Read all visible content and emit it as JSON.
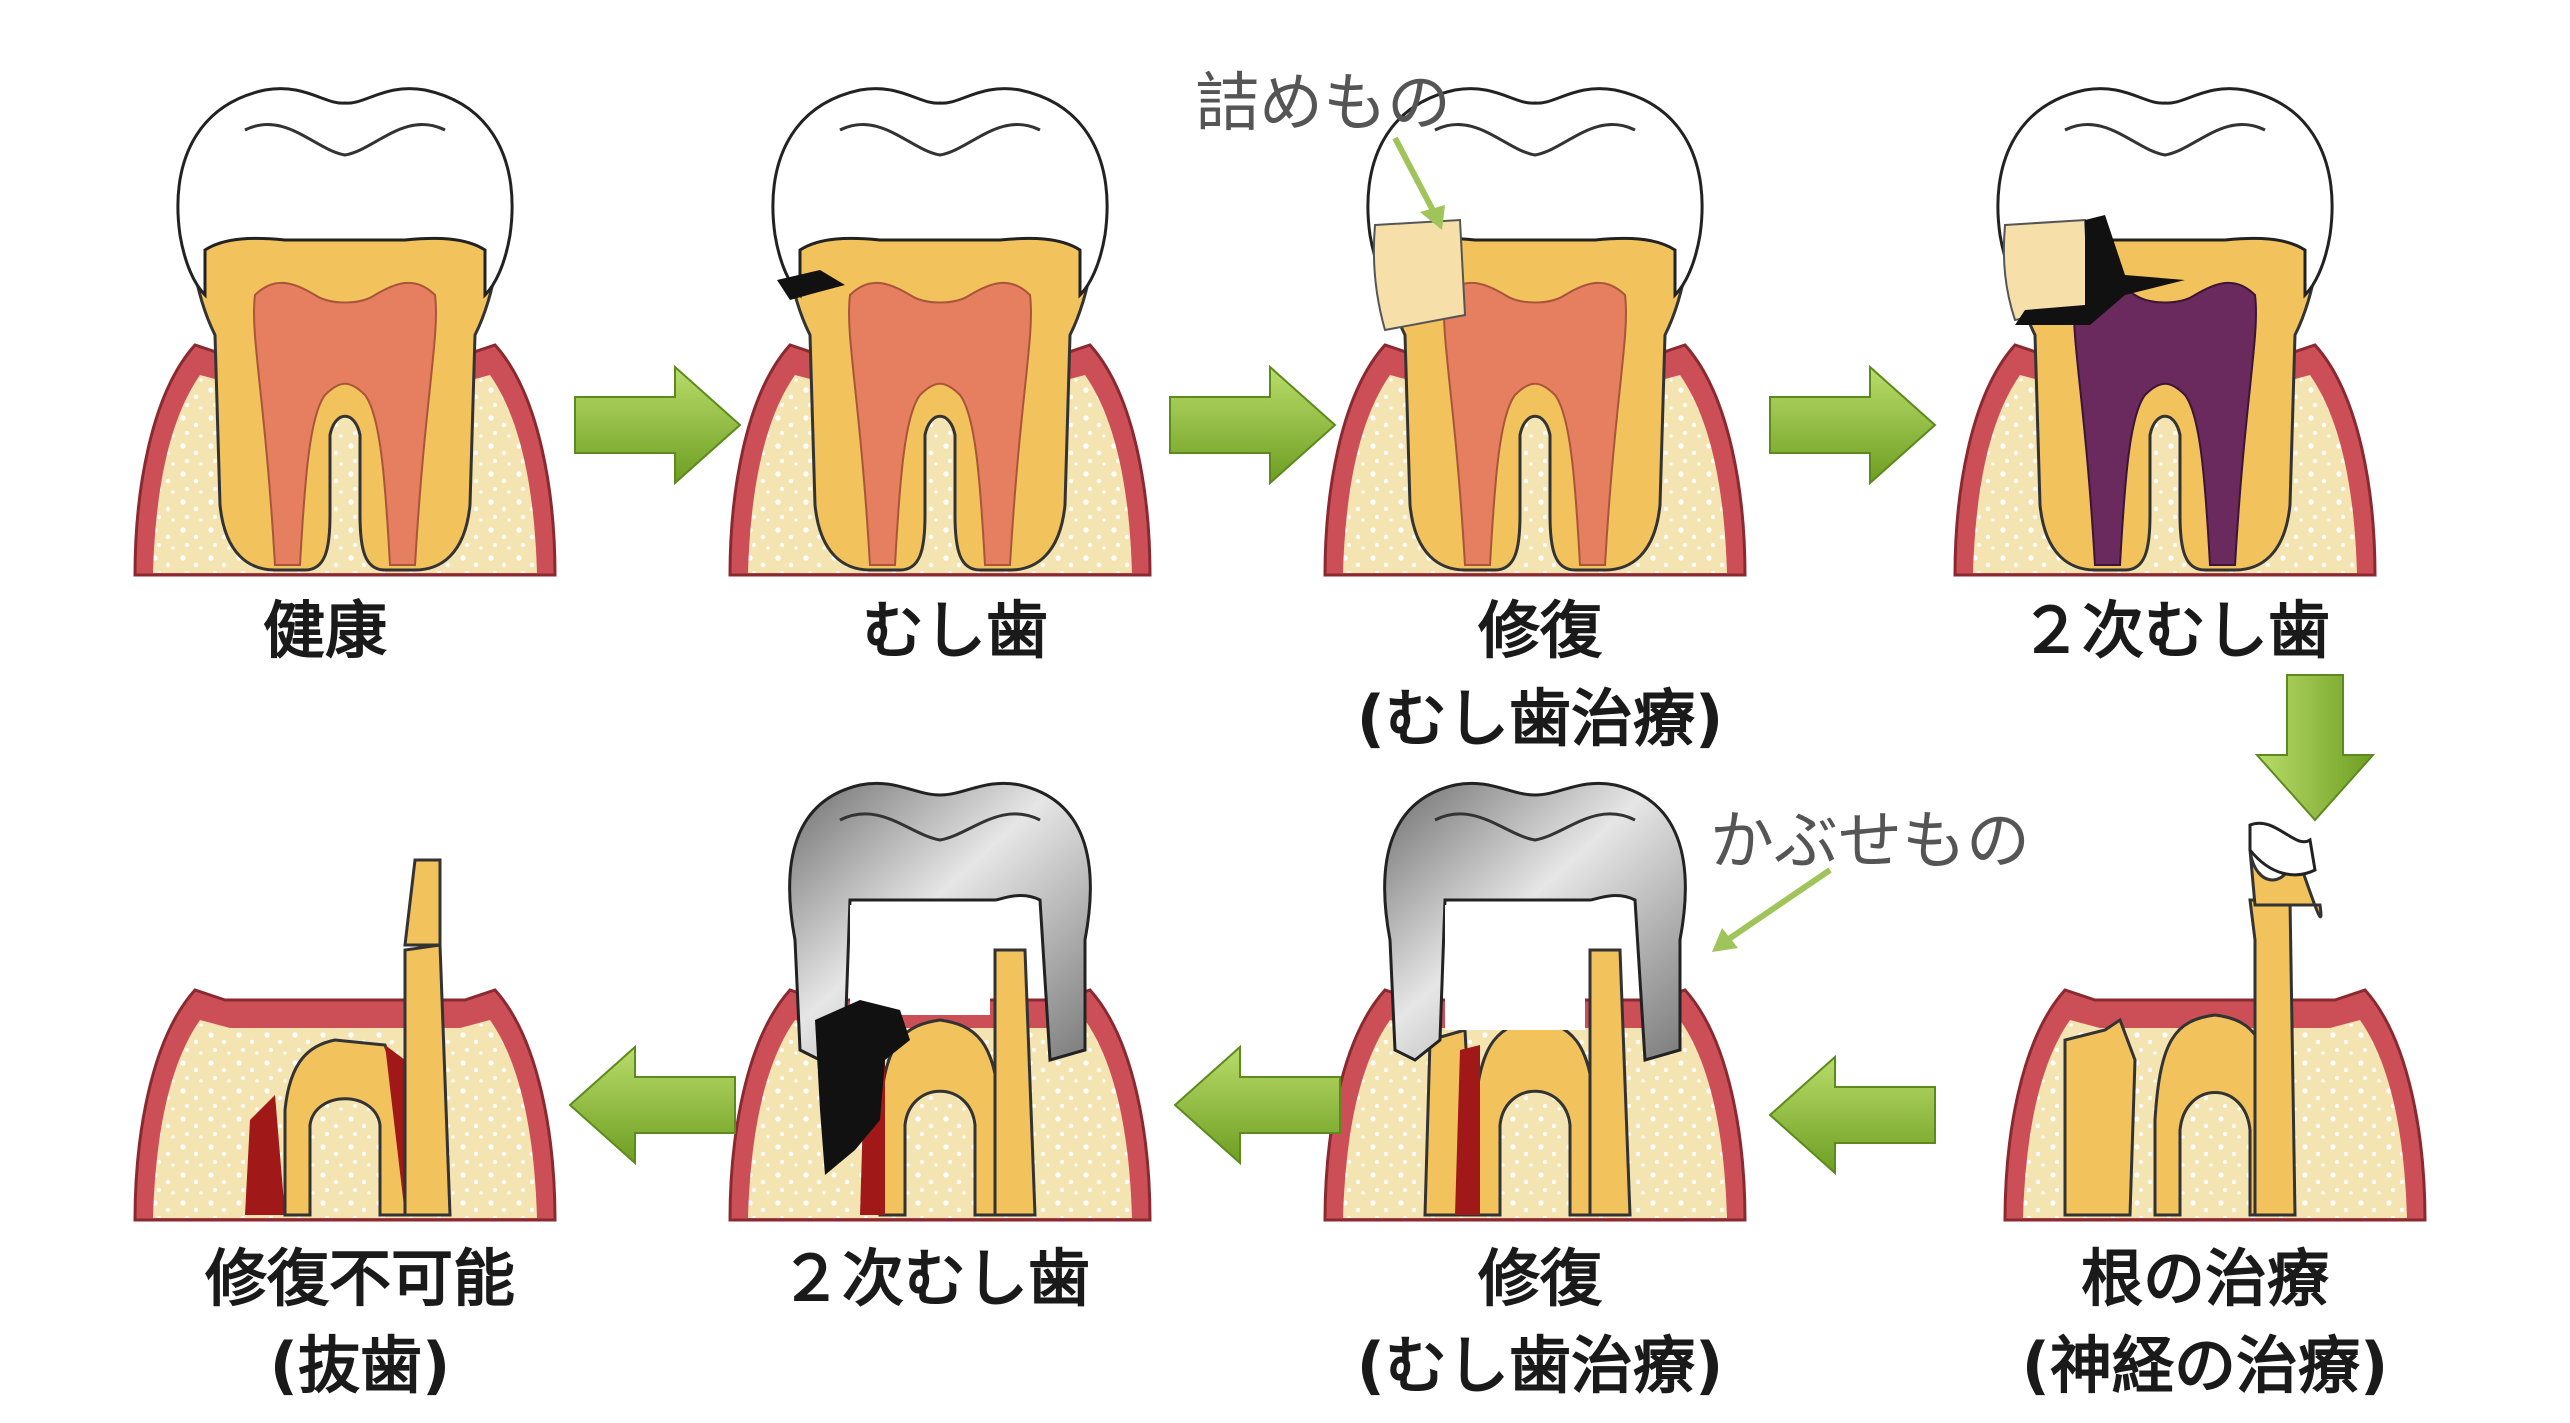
{
  "stages": [
    {
      "id": "healthy",
      "label": "健康",
      "sublabel": ""
    },
    {
      "id": "cavity",
      "label": "むし歯",
      "sublabel": ""
    },
    {
      "id": "repair-filling",
      "label": "修復",
      "sublabel": "(むし歯治療)"
    },
    {
      "id": "secondary-cavity-1",
      "label": "２次むし歯",
      "sublabel": ""
    },
    {
      "id": "root-treatment",
      "label": "根の治療",
      "sublabel": "(神経の治療)"
    },
    {
      "id": "repair-crown",
      "label": "修復",
      "sublabel": "(むし歯治療)"
    },
    {
      "id": "secondary-cavity-2",
      "label": "２次むし歯",
      "sublabel": ""
    },
    {
      "id": "irreparable",
      "label": "修復不可能",
      "sublabel": "(抜歯)"
    }
  ],
  "callouts": {
    "filling": "詰めもの",
    "crown": "かぶせもの"
  },
  "colors": {
    "enamel": "#ffffff",
    "dentin": "#f2c25c",
    "pulp": "#e57f5f",
    "gum": "#cc4f58",
    "bone": "#f4e4b2",
    "arrow": "#8fc03c",
    "decay": "#111111",
    "infected_pulp": "#6a2a5e",
    "filling": "#f7dfaa",
    "crown": "#9c9c9c",
    "inflamed_gum": "#a01818"
  }
}
